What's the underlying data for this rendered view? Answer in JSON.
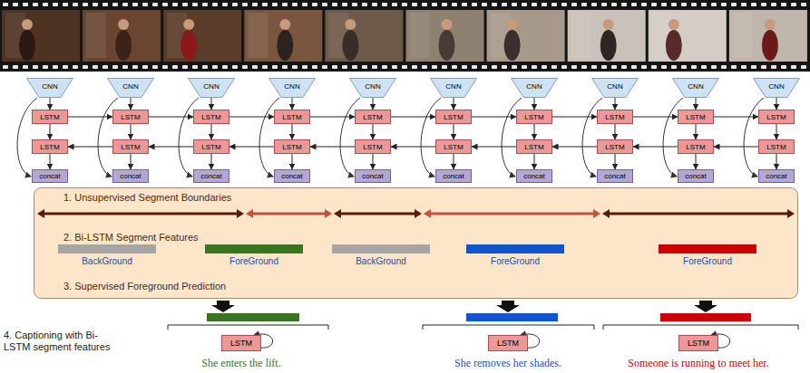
{
  "diagram": {
    "nodes": [
      {
        "text": [
          "CNN"
        ]
      },
      {
        "text": [
          "CNN"
        ]
      },
      {
        "text": [
          "CNN"
        ]
      },
      {
        "text": [
          "CNN"
        ]
      },
      {
        "text": [
          "CNN"
        ]
      },
      {
        "text": [
          "CNN"
        ]
      },
      {
        "text": [
          "CNN"
        ]
      },
      {
        "text": [
          "CNN"
        ]
      },
      {
        "text": [
          "CNN"
        ]
      },
      {
        "text": [
          "CNN"
        ]
      },
      {
        "text": [
          "LSTM"
        ]
      },
      {
        "text": [
          "LSTM"
        ]
      },
      {
        "text": [
          "LSTM"
        ]
      },
      {
        "text": [
          "LSTM"
        ]
      },
      {
        "text": [
          "LSTM"
        ]
      },
      {
        "text": [
          "LSTM"
        ]
      },
      {
        "text": [
          "LSTM"
        ]
      },
      {
        "text": [
          "LSTM"
        ]
      },
      {
        "text": [
          "LSTM"
        ]
      },
      {
        "text": [
          "LSTM"
        ]
      },
      {
        "text": [
          "LSTM"
        ]
      },
      {
        "text": [
          "LSTM"
        ]
      },
      {
        "text": [
          "LSTM"
        ]
      },
      {
        "text": [
          "LSTM"
        ]
      },
      {
        "text": [
          "LSTM"
        ]
      },
      {
        "text": [
          "LSTM"
        ]
      },
      {
        "text": [
          "LSTM"
        ]
      },
      {
        "text": [
          "LSTM"
        ]
      },
      {
        "text": [
          "LSTM"
        ]
      },
      {
        "text": [
          "LSTM"
        ]
      },
      {
        "text": [
          "concat"
        ]
      },
      {
        "text": [
          "concat"
        ]
      },
      {
        "text": [
          "concat"
        ]
      },
      {
        "text": [
          "concat"
        ]
      },
      {
        "text": [
          "concat"
        ]
      },
      {
        "text": [
          "concat"
        ]
      },
      {
        "text": [
          "concat"
        ]
      },
      {
        "text": [
          "concat"
        ]
      },
      {
        "text": [
          "concat"
        ]
      },
      {
        "text": [
          "concat"
        ]
      },
      {
        "text": [
          "1. Unsupervised Segment Boundaries",
          "2. Bi-LSTM Segment Features",
          "3. Supervised Foreground Prediction"
        ]
      },
      {
        "text": [
          "BackGround"
        ],
        "in": 40
      },
      {
        "text": [
          "ForeGround"
        ],
        "in": 40
      },
      {
        "text": [
          "BackGround"
        ],
        "in": 40
      },
      {
        "text": [
          "ForeGround"
        ],
        "in": 40
      },
      {
        "text": [
          "ForeGround"
        ],
        "in": 40
      },
      {
        "text": [
          "LSTM"
        ]
      },
      {
        "text": [
          "LSTM"
        ]
      },
      {
        "text": [
          "LSTM"
        ]
      }
    ],
    "edges": [
      {
        "from": 0,
        "to": 10,
        "arrow": "to"
      },
      {
        "from": 1,
        "to": 11,
        "arrow": "to"
      },
      {
        "from": 2,
        "to": 12,
        "arrow": "to"
      },
      {
        "from": 3,
        "to": 13,
        "arrow": "to"
      },
      {
        "from": 4,
        "to": 14,
        "arrow": "to"
      },
      {
        "from": 5,
        "to": 15,
        "arrow": "to"
      },
      {
        "from": 6,
        "to": 16,
        "arrow": "to"
      },
      {
        "from": 7,
        "to": 17,
        "arrow": "to"
      },
      {
        "from": 8,
        "to": 18,
        "arrow": "to"
      },
      {
        "from": 9,
        "to": 19,
        "arrow": "to"
      },
      {
        "from": 10,
        "to": 11,
        "arrow": "to"
      },
      {
        "from": 11,
        "to": 12,
        "arrow": "to"
      },
      {
        "from": 12,
        "to": 13,
        "arrow": "to"
      },
      {
        "from": 13,
        "to": 14,
        "arrow": "to"
      },
      {
        "from": 14,
        "to": 15,
        "arrow": "to"
      },
      {
        "from": 15,
        "to": 16,
        "arrow": "to"
      },
      {
        "from": 16,
        "to": 17,
        "arrow": "to"
      },
      {
        "from": 17,
        "to": 18,
        "arrow": "to"
      },
      {
        "from": 18,
        "to": 19,
        "arrow": "to"
      },
      {
        "from": 21,
        "to": 20,
        "arrow": "to"
      },
      {
        "from": 22,
        "to": 21,
        "arrow": "to"
      },
      {
        "from": 23,
        "to": 22,
        "arrow": "to"
      },
      {
        "from": 24,
        "to": 23,
        "arrow": "to"
      },
      {
        "from": 25,
        "to": 24,
        "arrow": "to"
      },
      {
        "from": 26,
        "to": 25,
        "arrow": "to"
      },
      {
        "from": 27,
        "to": 26,
        "arrow": "to"
      },
      {
        "from": 28,
        "to": 27,
        "arrow": "to"
      },
      {
        "from": 29,
        "to": 28,
        "arrow": "to"
      },
      {
        "from": 10,
        "to": 20,
        "arrow": "to"
      },
      {
        "from": 11,
        "to": 21,
        "arrow": "to"
      },
      {
        "from": 12,
        "to": 22,
        "arrow": "to"
      },
      {
        "from": 13,
        "to": 23,
        "arrow": "to"
      },
      {
        "from": 14,
        "to": 24,
        "arrow": "to"
      },
      {
        "from": 15,
        "to": 25,
        "arrow": "to"
      },
      {
        "from": 16,
        "to": 26,
        "arrow": "to"
      },
      {
        "from": 17,
        "to": 27,
        "arrow": "to"
      },
      {
        "from": 18,
        "to": 28,
        "arrow": "to"
      },
      {
        "from": 19,
        "to": 29,
        "arrow": "to"
      },
      {
        "from": 20,
        "to": 30,
        "arrow": "to"
      },
      {
        "from": 21,
        "to": 31,
        "arrow": "to"
      },
      {
        "from": 22,
        "to": 32,
        "arrow": "to"
      },
      {
        "from": 23,
        "to": 33,
        "arrow": "to"
      },
      {
        "from": 24,
        "to": 34,
        "arrow": "to"
      },
      {
        "from": 25,
        "to": 35,
        "arrow": "to"
      },
      {
        "from": 26,
        "to": 36,
        "arrow": "to"
      },
      {
        "from": 27,
        "to": 37,
        "arrow": "to"
      },
      {
        "from": 28,
        "to": 38,
        "arrow": "to"
      },
      {
        "from": 29,
        "to": 39,
        "arrow": "to"
      }
    ],
    "labels": [
      "4. Captioning with Bi-LSTM segment features",
      "She enters the lift.",
      "She removes her shades.",
      "Someone is running to meet her."
    ]
  }
}
